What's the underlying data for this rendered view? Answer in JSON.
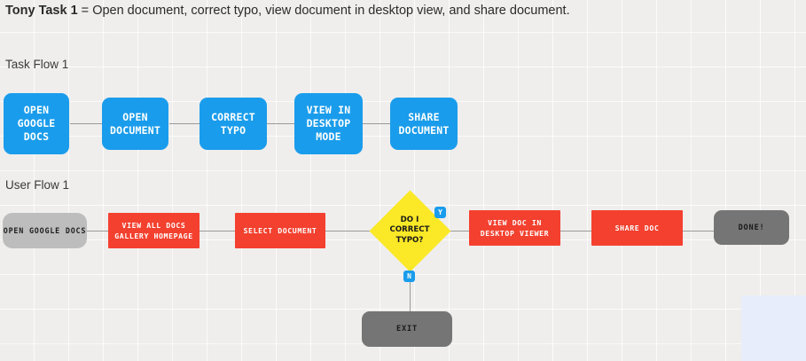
{
  "task": {
    "title": "Tony Task 1",
    "separator": " = ",
    "description": "Open document, correct typo, view document in desktop view, and share document."
  },
  "sections": {
    "task_flow_label": "Task Flow 1",
    "user_flow_label": "User Flow 1"
  },
  "colors": {
    "blue": "#1a9cec",
    "red": "#f4402f",
    "yellow": "#fbe827",
    "gray_light": "#bdbdbd",
    "gray_dark": "#757575",
    "canvas": "#efeeec",
    "panel_blue": "#e8edfb"
  },
  "task_flow": {
    "nodes": [
      {
        "id": "open-google-docs",
        "label": "OPEN\nGOOGLE\nDOCS",
        "shape": "rounded-rect",
        "color": "#1a9cec"
      },
      {
        "id": "open-document",
        "label": "OPEN\nDOCUMENT",
        "shape": "rounded-rect",
        "color": "#1a9cec"
      },
      {
        "id": "correct-typo",
        "label": "CORRECT\nTYPO",
        "shape": "rounded-rect",
        "color": "#1a9cec"
      },
      {
        "id": "view-in-desktop-mode",
        "label": "VIEW IN\nDESKTOP\nMODE",
        "shape": "rounded-rect",
        "color": "#1a9cec"
      },
      {
        "id": "share-document",
        "label": "SHARE\nDOCUMENT",
        "shape": "rounded-rect",
        "color": "#1a9cec"
      }
    ]
  },
  "user_flow": {
    "nodes": [
      {
        "id": "start-open-google-docs",
        "label": "OPEN GOOGLE DOCS",
        "shape": "pill",
        "color": "#bdbdbd"
      },
      {
        "id": "view-all-docs-gallery-homepage",
        "label": "VIEW ALL DOCS\nGALLERY HOMEPAGE",
        "shape": "rect",
        "color": "#f4402f"
      },
      {
        "id": "select-document",
        "label": "SELECT DOCUMENT",
        "shape": "rect",
        "color": "#f4402f"
      },
      {
        "id": "decision-correct-typo",
        "label": "DO I\nCORRECT\nTYPO?",
        "shape": "diamond",
        "color": "#fbe827"
      },
      {
        "id": "view-doc-in-desktop-viewer",
        "label": "VIEW DOC IN\nDESKTOP VIEWER",
        "shape": "rect",
        "color": "#f4402f"
      },
      {
        "id": "share-doc",
        "label": "SHARE DOC",
        "shape": "rect",
        "color": "#f4402f"
      },
      {
        "id": "done",
        "label": "DONE!",
        "shape": "rounded-rect",
        "color": "#757575"
      },
      {
        "id": "exit",
        "label": "EXIT",
        "shape": "rounded-rect",
        "color": "#757575"
      }
    ],
    "branch_labels": {
      "yes": "Y",
      "no": "N"
    }
  }
}
